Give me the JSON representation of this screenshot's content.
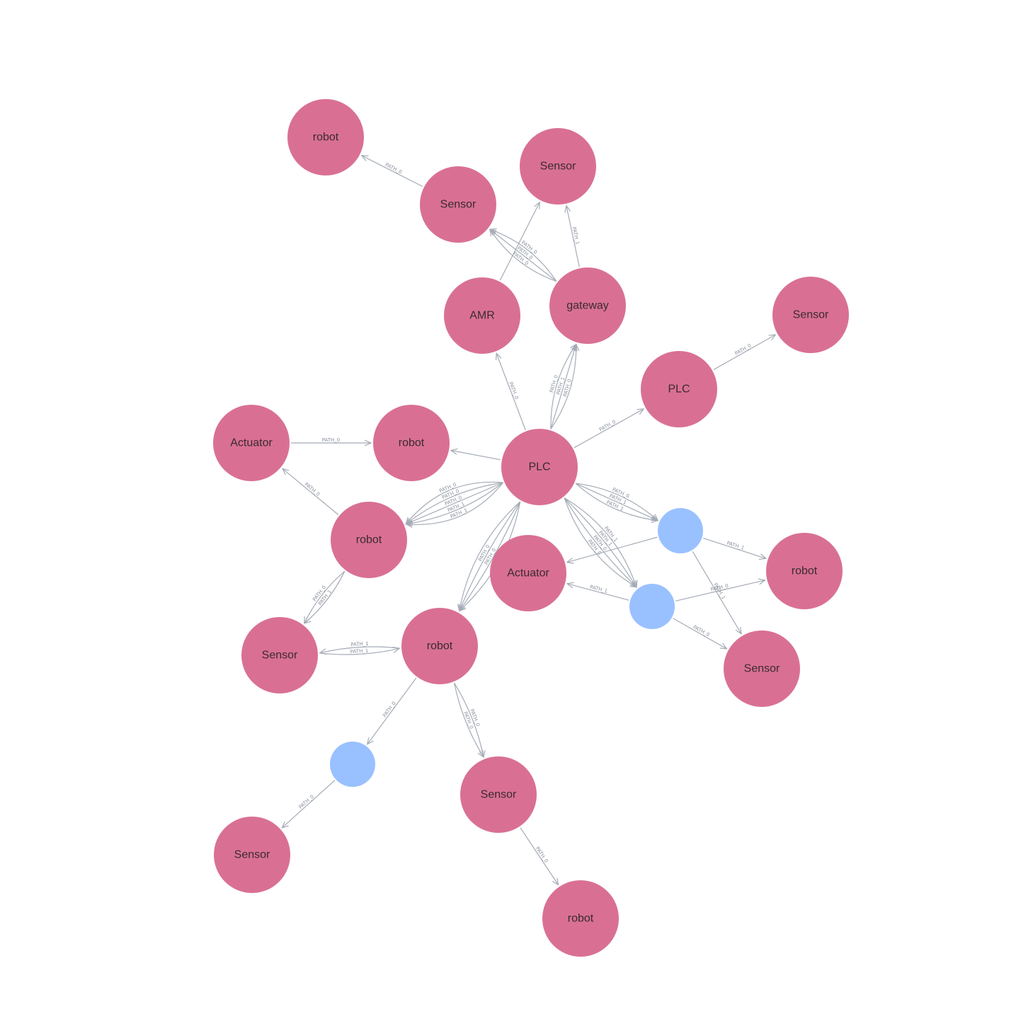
{
  "colors": {
    "node_primary": "#d97093",
    "node_secondary": "#99c1ff",
    "edge": "#a5abb6"
  },
  "nodes": [
    {
      "id": "robot_top",
      "label": "robot",
      "type": "primary"
    },
    {
      "id": "sensor_top_right",
      "label": "Sensor",
      "type": "primary"
    },
    {
      "id": "sensor_top_mid",
      "label": "Sensor",
      "type": "primary"
    },
    {
      "id": "amr",
      "label": "AMR",
      "type": "primary"
    },
    {
      "id": "gateway",
      "label": "gateway",
      "type": "primary"
    },
    {
      "id": "sensor_far_right",
      "label": "Sensor",
      "type": "primary"
    },
    {
      "id": "plc_right",
      "label": "PLC",
      "type": "primary"
    },
    {
      "id": "plc_center",
      "label": "PLC",
      "type": "primary"
    },
    {
      "id": "actuator_left",
      "label": "Actuator",
      "type": "primary"
    },
    {
      "id": "robot_mid",
      "label": "robot",
      "type": "primary"
    },
    {
      "id": "robot_left",
      "label": "robot",
      "type": "primary"
    },
    {
      "id": "actuator_center",
      "label": "Actuator",
      "type": "primary"
    },
    {
      "id": "blue_upper",
      "label": "",
      "type": "secondary"
    },
    {
      "id": "robot_right",
      "label": "robot",
      "type": "primary"
    },
    {
      "id": "blue_mid",
      "label": "",
      "type": "secondary"
    },
    {
      "id": "sensor_right_lower",
      "label": "Sensor",
      "type": "primary"
    },
    {
      "id": "sensor_left",
      "label": "Sensor",
      "type": "primary"
    },
    {
      "id": "robot_lower",
      "label": "robot",
      "type": "primary"
    },
    {
      "id": "blue_lower",
      "label": "",
      "type": "secondary"
    },
    {
      "id": "sensor_bottom_mid",
      "label": "Sensor",
      "type": "primary"
    },
    {
      "id": "sensor_bottom_left",
      "label": "Sensor",
      "type": "primary"
    },
    {
      "id": "robot_bottom",
      "label": "robot",
      "type": "primary"
    }
  ],
  "edges": [
    {
      "from": "sensor_top_mid",
      "to": "robot_top",
      "label": "PATH_0"
    },
    {
      "from": "amr",
      "to": "sensor_top_right",
      "label": ""
    },
    {
      "from": "gateway",
      "to": "sensor_top_right",
      "label": "PATH_1"
    },
    {
      "from": "gateway",
      "to": "sensor_top_mid",
      "label": "PATH_0"
    },
    {
      "from": "gateway",
      "to": "sensor_top_mid",
      "label": "PATH_0"
    },
    {
      "from": "gateway",
      "to": "sensor_top_mid",
      "label": "PATH_0"
    },
    {
      "from": "plc_center",
      "to": "amr",
      "label": "PATH_0"
    },
    {
      "from": "plc_center",
      "to": "gateway",
      "label": "PATH_0"
    },
    {
      "from": "plc_center",
      "to": "gateway",
      "label": "PATH_1"
    },
    {
      "from": "plc_center",
      "to": "gateway",
      "label": "PATH_0"
    },
    {
      "from": "plc_center",
      "to": "plc_right",
      "label": "PATH_0"
    },
    {
      "from": "plc_right",
      "to": "sensor_far_right",
      "label": "PATH_0"
    },
    {
      "from": "actuator_left",
      "to": "robot_mid",
      "label": "PATH_0"
    },
    {
      "from": "robot_left",
      "to": "actuator_left",
      "label": "PATH_0"
    },
    {
      "from": "plc_center",
      "to": "robot_mid",
      "label": ""
    },
    {
      "from": "plc_center",
      "to": "robot_left",
      "label": "PATH_1"
    },
    {
      "from": "plc_center",
      "to": "robot_left",
      "label": "PATH_1"
    },
    {
      "from": "plc_center",
      "to": "robot_left",
      "label": "PATH_0"
    },
    {
      "from": "plc_center",
      "to": "robot_left",
      "label": "PATH_0"
    },
    {
      "from": "plc_center",
      "to": "robot_left",
      "label": "PATH_0"
    },
    {
      "from": "plc_center",
      "to": "robot_lower",
      "label": "PATH_0"
    },
    {
      "from": "plc_center",
      "to": "robot_lower",
      "label": "PATH_0"
    },
    {
      "from": "plc_center",
      "to": "robot_lower",
      "label": "PATH_0"
    },
    {
      "from": "plc_center",
      "to": "robot_lower",
      "label": ""
    },
    {
      "from": "plc_center",
      "to": "blue_upper",
      "label": "PATH_1"
    },
    {
      "from": "plc_center",
      "to": "blue_upper",
      "label": "PATH_1"
    },
    {
      "from": "plc_center",
      "to": "blue_upper",
      "label": "PATH_0"
    },
    {
      "from": "plc_center",
      "to": "blue_mid",
      "label": "PATH_0"
    },
    {
      "from": "plc_center",
      "to": "blue_mid",
      "label": "PATH_0"
    },
    {
      "from": "plc_center",
      "to": "blue_mid",
      "label": "PATH_1"
    },
    {
      "from": "plc_center",
      "to": "blue_mid",
      "label": "PATH_1"
    },
    {
      "from": "blue_upper",
      "to": "actuator_center",
      "label": ""
    },
    {
      "from": "blue_upper",
      "to": "robot_right",
      "label": "PATH_1"
    },
    {
      "from": "blue_upper",
      "to": "sensor_right_lower",
      "label": "PATH_1"
    },
    {
      "from": "blue_mid",
      "to": "actuator_center",
      "label": "PATH_1"
    },
    {
      "from": "blue_mid",
      "to": "robot_right",
      "label": "PATH_0"
    },
    {
      "from": "blue_mid",
      "to": "sensor_right_lower",
      "label": "PATH_0"
    },
    {
      "from": "robot_left",
      "to": "sensor_left",
      "label": "PATH_1"
    },
    {
      "from": "robot_left",
      "to": "sensor_left",
      "label": "PATH_0"
    },
    {
      "from": "sensor_left",
      "to": "robot_lower",
      "label": "PATH_1"
    },
    {
      "from": "robot_lower",
      "to": "sensor_left",
      "label": "PATH_1"
    },
    {
      "from": "robot_lower",
      "to": "blue_lower",
      "label": "PATH_0"
    },
    {
      "from": "robot_lower",
      "to": "sensor_bottom_mid",
      "label": "PATH_0"
    },
    {
      "from": "robot_lower",
      "to": "sensor_bottom_mid",
      "label": "PATH_0"
    },
    {
      "from": "blue_lower",
      "to": "sensor_bottom_left",
      "label": "PATH_0"
    },
    {
      "from": "sensor_bottom_mid",
      "to": "robot_bottom",
      "label": "PATH_0"
    }
  ]
}
